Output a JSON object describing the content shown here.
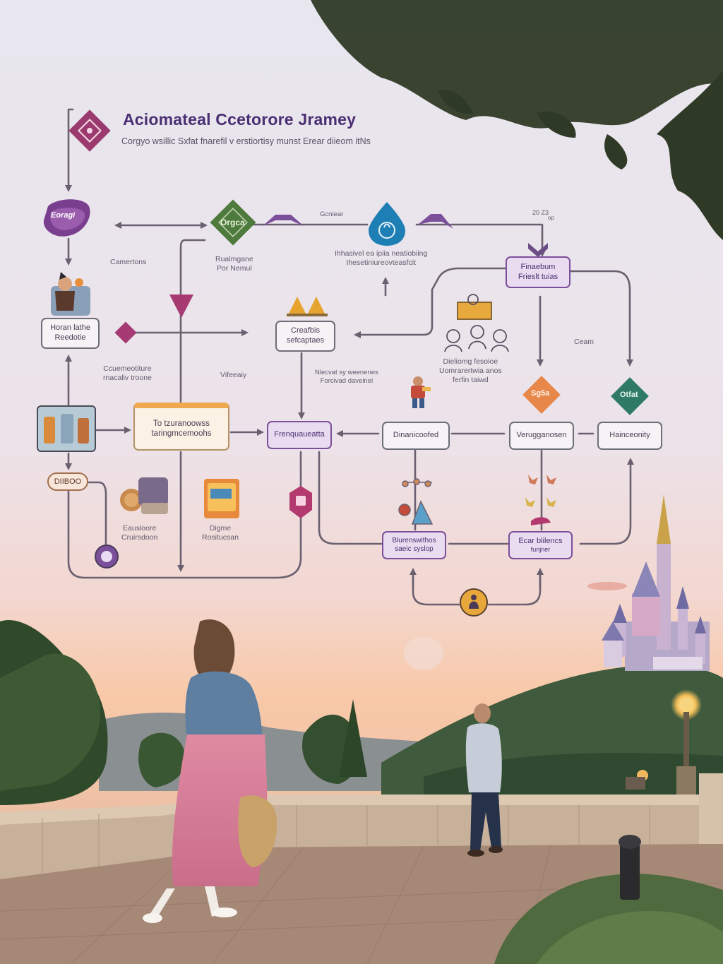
{
  "header": {
    "title": "Aciomateal Ccetorore Jramey",
    "subtitle": "Corgyo wsillic Sxfat fnarefil v erstiortisy munst Erear diieom itNs"
  },
  "nodes": {
    "brand_sticker": "Eoragi",
    "green_diamond": "Orgca",
    "diamond_orange": "Sg5a",
    "diamond_teal": "Otfat",
    "left_box": [
      "Horan lathe",
      "Reedotie"
    ],
    "center_top_box": [
      "Creafbis",
      "sefcaptaes"
    ],
    "right_top_box": [
      "Finaebum",
      "Frieslt tuias"
    ],
    "orange_box": [
      "To tzuranoowss",
      "taringmcemoohs"
    ],
    "mid_box_purple": "Frenquaueatta",
    "mid_box_2": "Dinanicoofed",
    "mid_box_3": "Verugganosen",
    "mid_box_4": "Hainceonity",
    "bottom_box_left": [
      "Blurenswithos",
      "saeic syslop"
    ],
    "bottom_box_right": [
      "Ecar blilencs",
      "funjner"
    ],
    "pill": "DIIBOO"
  },
  "labels": {
    "green_caption": [
      "Rualmgane",
      "Por Nemul"
    ],
    "top_arrow_label": "Gcniear",
    "drop_caption": [
      "Ihhasivel ea ipiia neatiobiing",
      "Ihesetiniureovteasfcit"
    ],
    "corner_label": "20 Z3",
    "corner_sub": "op",
    "left_caption": "Camertons",
    "left_mid_caption": [
      "Ccuemeotiture",
      "rnacaliv troone"
    ],
    "center_mid_caption": "Vifeeaiy",
    "center_small_caption": [
      "Nlecvat sy weenenes",
      "Forcivad davelnel"
    ],
    "people_caption": [
      "Dieliomg fesoioe",
      "Uomrarertwia anos",
      "ferfin taiwd"
    ],
    "right_caption": "Ceam",
    "coins_caption": [
      "Eausloore",
      "Cruirsdoon"
    ],
    "book_caption": [
      "Digme",
      "Rositucsan"
    ]
  },
  "colors": {
    "line": "#6b6070",
    "purple": "#7b4f9a",
    "magenta": "#9b3a6e",
    "green": "#4f7a3d",
    "blue": "#1d7fb3",
    "orange": "#e8874a",
    "teal": "#2f7a66",
    "sky_top": "#e9e6ee",
    "sky_bottom": "#f5c49a"
  }
}
